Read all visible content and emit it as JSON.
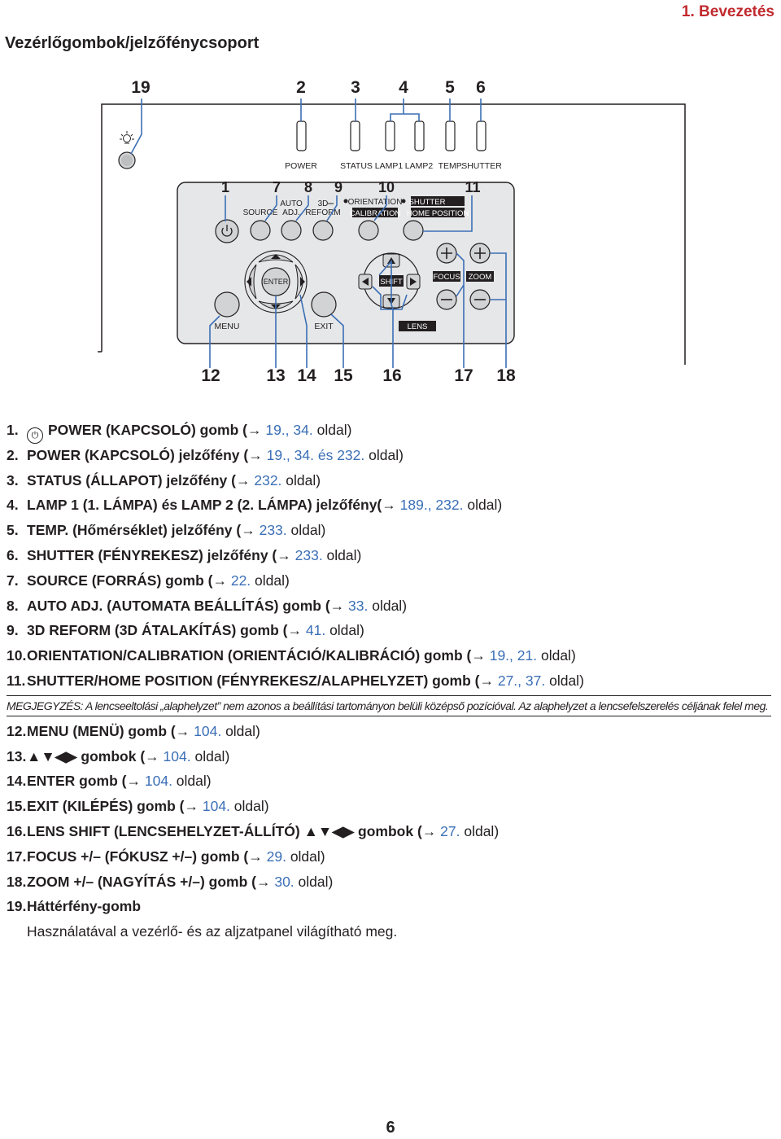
{
  "header": {
    "chapter": "1. Bevezetés"
  },
  "section_title": "Vezérlőgombok/jelzőfénycsoport",
  "callouts_top": [
    "19",
    "2",
    "3",
    "4",
    "5",
    "6"
  ],
  "callouts_mid": [
    "1",
    "7",
    "8",
    "9",
    "10",
    "11"
  ],
  "callouts_bottom": [
    "12",
    "13",
    "14",
    "15",
    "16",
    "17",
    "18"
  ],
  "panel": {
    "indicator_labels": [
      "POWER",
      "STATUS",
      "LAMP1",
      "LAMP2",
      "TEMP.",
      "SHUTTER"
    ],
    "source": "SOURCE",
    "auto_adj": [
      "AUTO",
      "ADJ."
    ],
    "reform": [
      "3D",
      "REFORM"
    ],
    "orientation": "ORIENTATION",
    "calibration": "CALIBRATION",
    "shutter": "SHUTTER",
    "home_position": "HOME POSITION",
    "enter": "ENTER",
    "shift": "SHIFT",
    "focus": "FOCUS",
    "zoom": "ZOOM",
    "menu": "MENU",
    "exit": "EXIT",
    "lens": "LENS"
  },
  "items": [
    {
      "num": "1.",
      "text": "POWER (KAPCSOLÓ) gomb (",
      "refs": "19., 34.",
      "tail": " oldal)",
      "power_icon": true
    },
    {
      "num": "2.",
      "text": "POWER (KAPCSOLÓ) jelzőfény (",
      "refs": "19., 34. és 232.",
      "tail": " oldal)"
    },
    {
      "num": "3.",
      "text": "STATUS (ÁLLAPOT) jelzőfény (",
      "refs": "232.",
      "tail": " oldal)"
    },
    {
      "num": "4.",
      "text": "LAMP 1 (1. LÁMPA) és LAMP 2 (2. LÁMPA) jelzőfény(",
      "refs": "189., 232.",
      "tail": " oldal)"
    },
    {
      "num": "5.",
      "text": "TEMP. (Hőmérséklet) jelzőfény (",
      "refs": "233.",
      "tail": " oldal)"
    },
    {
      "num": "6.",
      "text": "SHUTTER (FÉNYREKESZ) jelzőfény (",
      "refs": "233.",
      "tail": " oldal)"
    },
    {
      "num": "7.",
      "text": "SOURCE (FORRÁS) gomb (",
      "refs": "22.",
      "tail": " oldal)"
    },
    {
      "num": "8.",
      "text": "AUTO ADJ. (AUTOMATA BEÁLLÍTÁS) gomb (",
      "refs": "33.",
      "tail": " oldal)"
    },
    {
      "num": "9.",
      "text": "3D REFORM (3D ÁTALAKÍTÁS) gomb (",
      "refs": "41.",
      "tail": " oldal)"
    },
    {
      "num": "10.",
      "text": "ORIENTATION/CALIBRATION (ORIENTÁCIÓ/KALIBRÁCIÓ) gomb (",
      "refs": "19., 21.",
      "tail": " oldal)"
    },
    {
      "num": "11.",
      "text": "SHUTTER/HOME POSITION (FÉNYREKESZ/ALAPHELYZET) gomb (",
      "refs": "27., 37.",
      "tail": " oldal)"
    }
  ],
  "note": "MEGJEGYZÉS: A lencseeltolási „alaphelyzet” nem azonos a beállítási tartományon belüli középső pozícióval. Az alaphelyzet a lencsefelszerelés céljának felel meg.",
  "items2": [
    {
      "num": "12.",
      "text": "MENU (MENÜ) gomb (",
      "refs": "104.",
      "tail": " oldal)"
    },
    {
      "num": "13.",
      "text": "▲▼◀▶ gombok (",
      "refs": "104.",
      "tail": " oldal)"
    },
    {
      "num": "14.",
      "text": "ENTER gomb (",
      "refs": "104.",
      "tail": " oldal)"
    },
    {
      "num": "15.",
      "text": "EXIT (KILÉPÉS) gomb (",
      "refs": "104.",
      "tail": " oldal)"
    },
    {
      "num": "16.",
      "text": "LENS SHIFT (LENCSEHELYZET-ÁLLÍTÓ) ▲▼◀▶ gombok (",
      "refs": "27.",
      "tail": " oldal)"
    },
    {
      "num": "17.",
      "text": "FOCUS +/– (FÓKUSZ +/–) gomb (",
      "refs": "29.",
      "tail": " oldal)"
    },
    {
      "num": "18.",
      "text": "ZOOM +/– (NAGYÍTÁS +/–) gomb (",
      "refs": "30.",
      "tail": " oldal)"
    },
    {
      "num": "19.",
      "text": "Háttérfény-gomb",
      "refs": "",
      "tail": ""
    }
  ],
  "item19_desc": "Használatával a vezérlő- és az aljzatpanel világítható meg.",
  "arrow_symbol": "→",
  "page_number": "6",
  "colors": {
    "chapter": "#c12a2f",
    "callout_line": "#3b6fb6",
    "panel_bg": "#e6e7e8"
  }
}
